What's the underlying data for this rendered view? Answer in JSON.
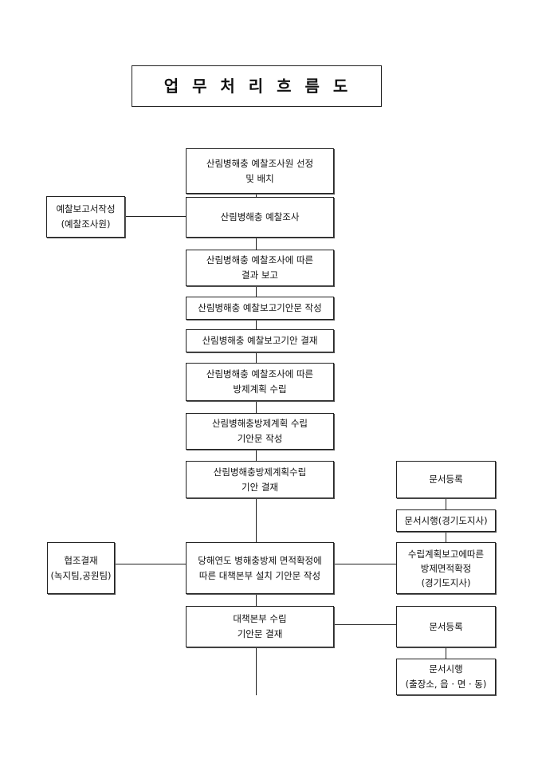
{
  "title": "업 무 처 리 흐 름 도",
  "main_flow": [
    {
      "lines": [
        "산림병해충 예찰조사원 선정",
        "및 배치"
      ]
    },
    {
      "lines": [
        "산림병해충 예찰조사"
      ]
    },
    {
      "lines": [
        "산림병해충 예찰조사에 따른",
        "결과 보고"
      ]
    },
    {
      "lines": [
        "산림병해충 예찰보고기안문 작성"
      ]
    },
    {
      "lines": [
        "산림병해충 예찰보고기안 결재"
      ]
    },
    {
      "lines": [
        "산림병해충 예찰조사에 따른",
        "방제계획 수립"
      ]
    },
    {
      "lines": [
        "산림병해충방제계획 수립",
        "기안문 작성"
      ]
    },
    {
      "lines": [
        "산림병해충방제계획수립",
        "기안 결재"
      ]
    },
    {
      "lines": [
        "당해연도 병해충방제 면적확정에",
        "따른 대책본부 설치 기안문 작성"
      ]
    },
    {
      "lines": [
        "대책본부 수립",
        "기안문 결재"
      ]
    }
  ],
  "left_boxes": [
    {
      "lines": [
        "예찰보고서작성",
        "(예찰조사원)"
      ]
    },
    {
      "lines": [
        "협조결재",
        "(녹지팀,공원팀)"
      ]
    }
  ],
  "right_boxes": [
    {
      "lines": [
        "문서등록"
      ]
    },
    {
      "lines": [
        "문서시행(경기도지사)"
      ]
    },
    {
      "lines": [
        "수립계획보고에따른",
        "방제면적확정",
        "(경기도지사)"
      ]
    },
    {
      "lines": [
        "문서등록"
      ]
    },
    {
      "lines": [
        "문서시행",
        "(출장소, 읍 · 면 · 동)"
      ]
    }
  ]
}
